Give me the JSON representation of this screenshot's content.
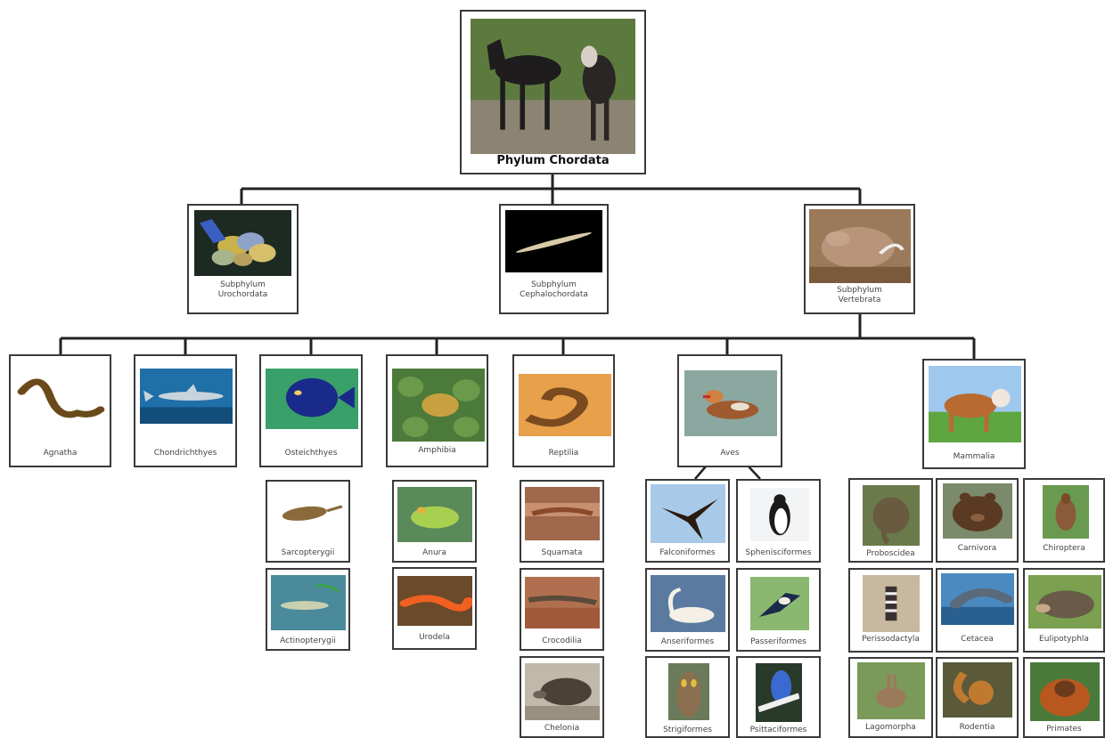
{
  "root": {
    "label": "Phylum Chordata",
    "icon": "horses-photo"
  },
  "subphyla": [
    {
      "id": "urochordata",
      "label": "Subphylum\nUrochordata",
      "icon": "sea-squirts-photo"
    },
    {
      "id": "cephalochordata",
      "label": "Subphylum\nCephalochordata",
      "icon": "lancelet-photo"
    },
    {
      "id": "vertebrata",
      "label": "Subphylum\nVertebrata",
      "icon": "warthog-photo"
    }
  ],
  "classes": [
    {
      "id": "agnatha",
      "label": "Agnatha",
      "icon": "lamprey-photo"
    },
    {
      "id": "chondrichthyes",
      "label": "Chondrichthyes",
      "icon": "shark-photo"
    },
    {
      "id": "osteichthyes",
      "label": "Osteichthyes",
      "icon": "angelfish-photo"
    },
    {
      "id": "amphibia",
      "label": "Amphibia",
      "icon": "toad-photo"
    },
    {
      "id": "reptilia",
      "label": "Reptilia",
      "icon": "snake-photo"
    },
    {
      "id": "aves",
      "label": "Aves",
      "icon": "duck-photo"
    },
    {
      "id": "mammalia",
      "label": "Mammalia",
      "icon": "cow-photo"
    }
  ],
  "osteichthyes_orders": [
    {
      "label": "Sarcopterygii",
      "icon": "lungfish-photo"
    },
    {
      "label": "Actinopterygii",
      "icon": "ray-finned-fish-photo"
    }
  ],
  "amphibia_orders": [
    {
      "label": "Anura",
      "icon": "tree-frog-photo"
    },
    {
      "label": "Urodela",
      "icon": "newt-photo"
    }
  ],
  "reptilia_orders": [
    {
      "label": "Squamata",
      "icon": "lizard-photo"
    },
    {
      "label": "Crocodilia",
      "icon": "crocodile-photo"
    },
    {
      "label": "Chelonia",
      "icon": "tortoise-photo"
    }
  ],
  "aves_orders": [
    {
      "label": "Falconiformes",
      "icon": "eagle-photo"
    },
    {
      "label": "Sphenisciformes",
      "icon": "penguin-photo"
    },
    {
      "label": "Anseriformes",
      "icon": "swan-photo"
    },
    {
      "label": "Passeriformes",
      "icon": "swallow-photo"
    },
    {
      "label": "Strigiformes",
      "icon": "owl-photo"
    },
    {
      "label": "Psittaciformes",
      "icon": "parrot-photo"
    }
  ],
  "mammalia_orders": [
    {
      "label": "Proboscidea",
      "icon": "elephant-photo"
    },
    {
      "label": "Carnivora",
      "icon": "bear-photo"
    },
    {
      "label": "Chiroptera",
      "icon": "bat-photo"
    },
    {
      "label": "Perissodactyla",
      "icon": "zebra-photo"
    },
    {
      "label": "Cetacea",
      "icon": "dolphin-photo"
    },
    {
      "label": "Eulipotyphla",
      "icon": "hedgehog-photo"
    },
    {
      "label": "Lagomorpha",
      "icon": "hare-photo"
    },
    {
      "label": "Rodentia",
      "icon": "squirrel-photo"
    },
    {
      "label": "Primates",
      "icon": "orangutan-photo"
    }
  ]
}
